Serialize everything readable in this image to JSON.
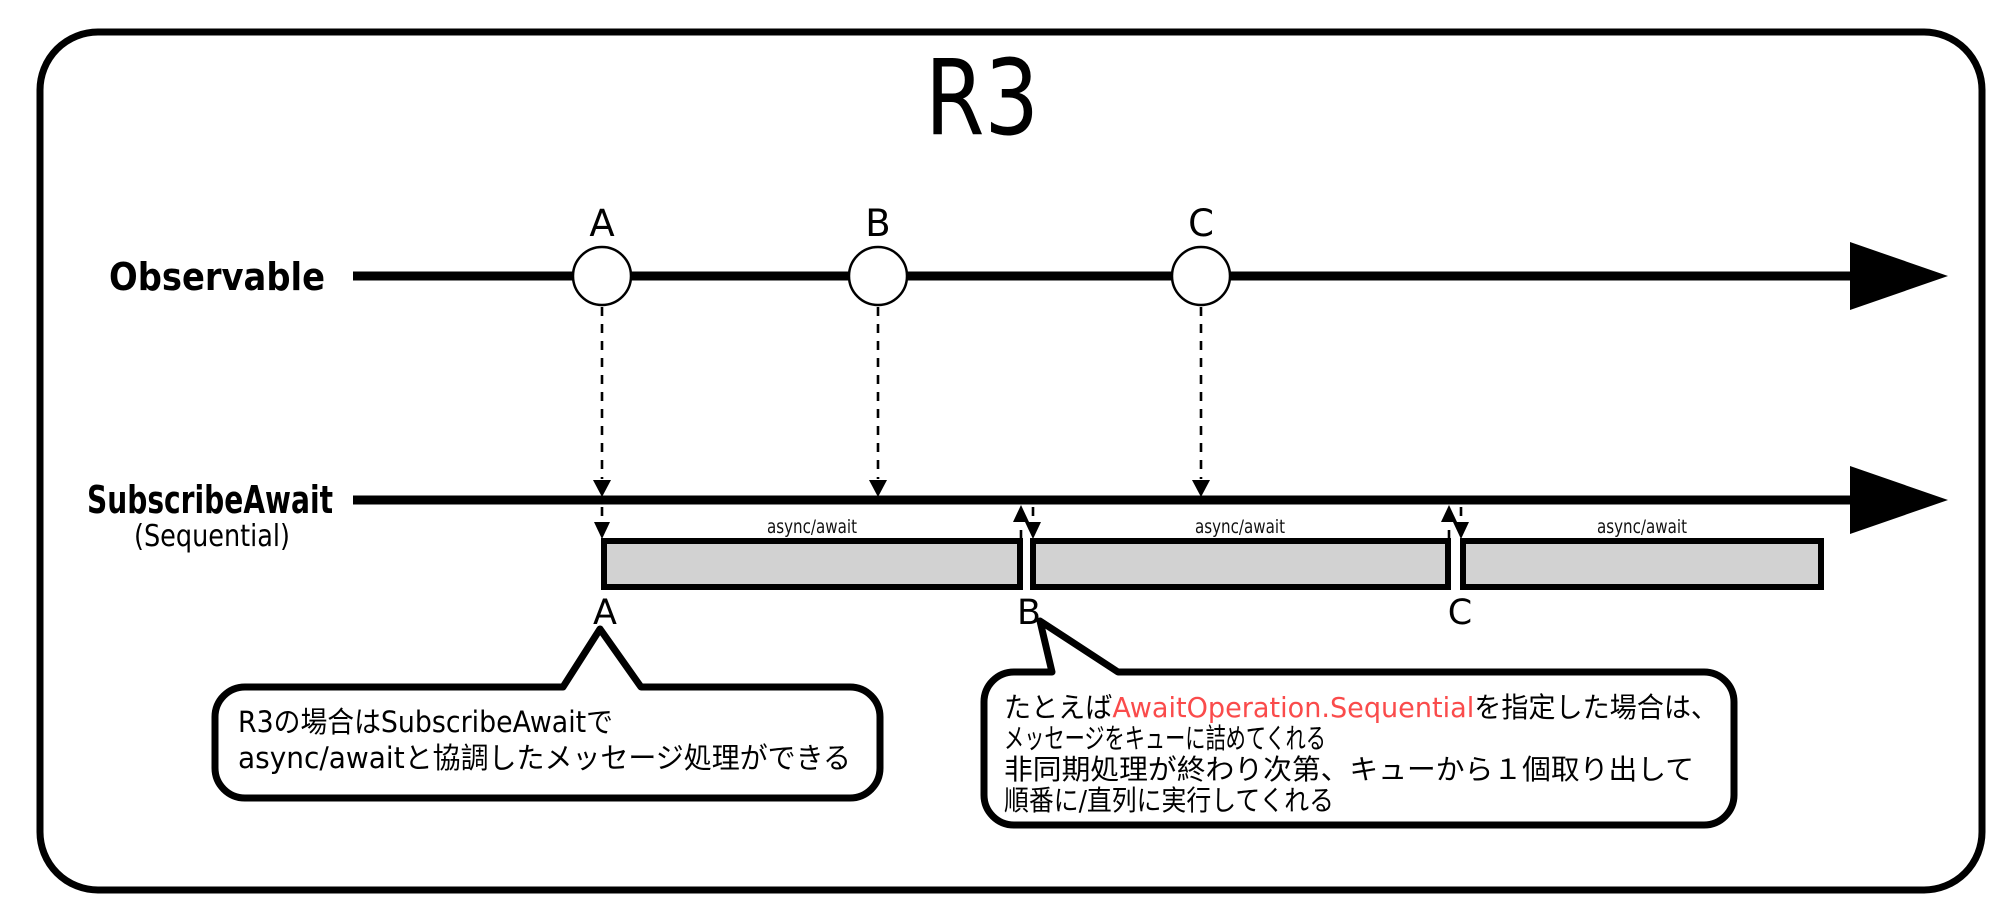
{
  "title": "R3",
  "colors": {
    "ink": "#000000",
    "highlight_red": "#fa4b4b",
    "bar_fill": "#d2d2d2"
  },
  "observable": {
    "label": "Observable",
    "events": [
      "A",
      "B",
      "C"
    ]
  },
  "subscribe_await": {
    "label": "SubscribeAwait",
    "sublabel": "(Sequential)"
  },
  "async_bars": {
    "task_label": "async/await",
    "markers": [
      "A",
      "B",
      "C"
    ]
  },
  "bubble_left": {
    "line1": "R3の場合はSubscribeAwaitで",
    "line2": "async/awaitと協調したメッセージ処理ができる"
  },
  "bubble_right": {
    "line1_pre": "たとえば",
    "line1_highlight": "AwaitOperation.Sequential",
    "line1_post": "を指定した場合は、",
    "line2": "メッセージをキューに詰めてくれる",
    "line3": "非同期処理が終わり次第、キューから１個取り出して",
    "line4": "順番に/直列に実行してくれる"
  }
}
